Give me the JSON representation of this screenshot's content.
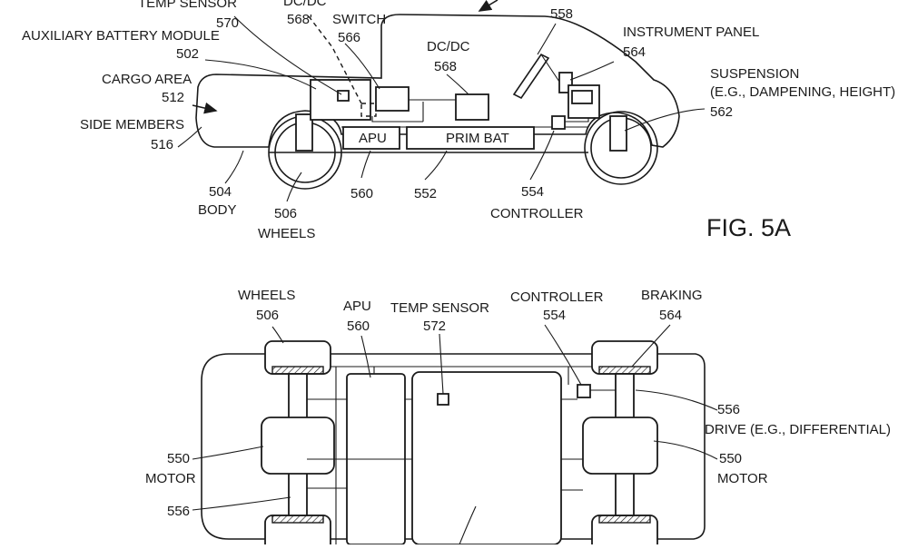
{
  "fig_5a": {
    "figure_label": "FIG. 5A",
    "labels": {
      "temp_sensor_top": "TEMP SENSOR",
      "temp_sensor_top_num": "570",
      "dcdc_top": "DC/DC",
      "dcdc_top_num": "568'",
      "switch": "SWITCH",
      "switch_num": "566",
      "steering_num": "558",
      "aux_battery": "AUXILIARY BATTERY MODULE",
      "aux_battery_num": "502",
      "cargo_area": "CARGO AREA",
      "cargo_area_num": "512",
      "side_members": "SIDE MEMBERS",
      "side_members_num": "516",
      "dcdc": "DC/DC",
      "dcdc_num": "568",
      "instrument_panel": "INSTRUMENT PANEL",
      "instrument_panel_num": "564",
      "suspension": "SUSPENSION",
      "suspension_detail": "(E.G., DAMPENING, HEIGHT)",
      "suspension_num": "562",
      "apu_box": "APU",
      "prim_bat_box": "PRIM BAT",
      "body_num": "504",
      "body": "BODY",
      "wheels_num": "506",
      "wheels": "WHEELS",
      "apu_num": "560",
      "prim_bat_num": "552",
      "controller_num": "554",
      "controller": "CONTROLLER"
    }
  },
  "fig_5b": {
    "labels": {
      "wheels": "WHEELS",
      "wheels_num": "506",
      "apu": "APU",
      "apu_num": "560",
      "temp_sensor": "TEMP SENSOR",
      "temp_sensor_num": "572",
      "controller": "CONTROLLER",
      "controller_num": "554",
      "braking": "BRAKING",
      "braking_num": "564",
      "drive_num": "556",
      "drive": "DRIVE (E.G., DIFFERENTIAL)",
      "motor_left_num": "550",
      "motor_left": "MOTOR",
      "motor_right_num": "550",
      "motor_right": "MOTOR",
      "drive_lower_num": "556"
    }
  }
}
